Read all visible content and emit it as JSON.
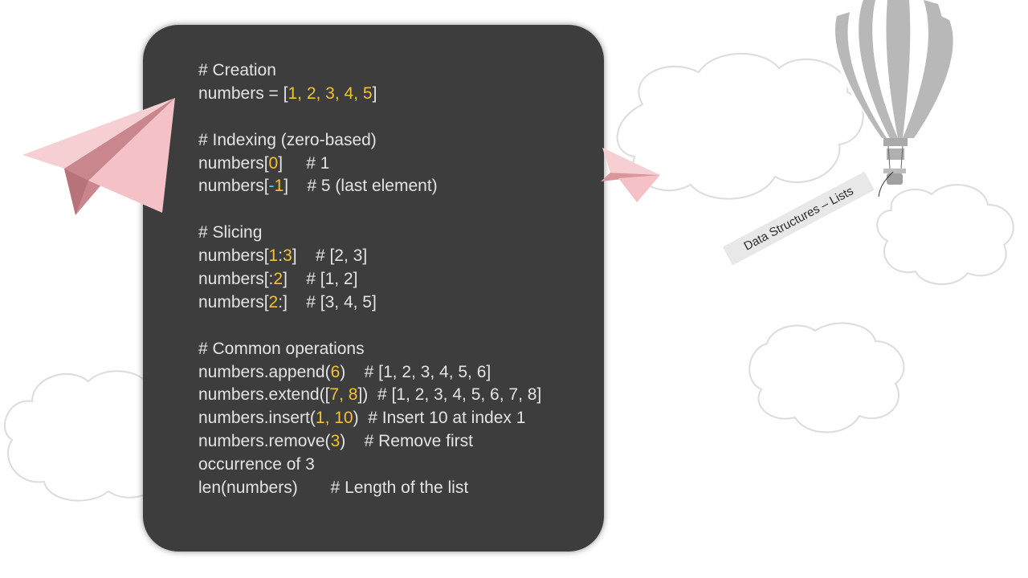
{
  "banner": {
    "text": "Data Structures – Lists"
  },
  "code": {
    "lines": [
      [
        {
          "t": "# Creation",
          "c": "cmt"
        }
      ],
      [
        {
          "t": "numbers = [",
          "c": "plain"
        },
        {
          "t": "1, 2, 3, 4, 5",
          "c": "num"
        },
        {
          "t": "]",
          "c": "plain"
        }
      ],
      [],
      [
        {
          "t": "# Indexing (zero-based)",
          "c": "cmt"
        }
      ],
      [
        {
          "t": "numbers[",
          "c": "plain"
        },
        {
          "t": "0",
          "c": "num"
        },
        {
          "t": "]     # 1",
          "c": "plain"
        }
      ],
      [
        {
          "t": "numbers[",
          "c": "plain"
        },
        {
          "t": "-",
          "c": "cyan"
        },
        {
          "t": "1",
          "c": "num"
        },
        {
          "t": "]    # 5 (last element)",
          "c": "plain"
        }
      ],
      [],
      [
        {
          "t": "# Slicing",
          "c": "cmt"
        }
      ],
      [
        {
          "t": "numbers[",
          "c": "plain"
        },
        {
          "t": "1",
          "c": "num"
        },
        {
          "t": ":",
          "c": "plain"
        },
        {
          "t": "3",
          "c": "num"
        },
        {
          "t": "]    # [2, 3]",
          "c": "plain"
        }
      ],
      [
        {
          "t": "numbers[:",
          "c": "plain"
        },
        {
          "t": "2",
          "c": "num"
        },
        {
          "t": "]    # [1, 2]",
          "c": "plain"
        }
      ],
      [
        {
          "t": "numbers[",
          "c": "plain"
        },
        {
          "t": "2",
          "c": "num"
        },
        {
          "t": ":]    # [3, 4, 5]",
          "c": "plain"
        }
      ],
      [],
      [
        {
          "t": "# Common operations",
          "c": "cmt"
        }
      ],
      [
        {
          "t": "numbers.append(",
          "c": "plain"
        },
        {
          "t": "6",
          "c": "num"
        },
        {
          "t": ")    # [1, 2, 3, 4, 5, 6]",
          "c": "plain"
        }
      ],
      [
        {
          "t": "numbers.extend([",
          "c": "plain"
        },
        {
          "t": "7, 8",
          "c": "num"
        },
        {
          "t": "])  # [1, 2, 3, 4, 5, 6, 7, 8]",
          "c": "plain"
        }
      ],
      [
        {
          "t": "numbers.insert(",
          "c": "plain"
        },
        {
          "t": "1, 10",
          "c": "num"
        },
        {
          "t": ")  # Insert 10 at index 1",
          "c": "plain"
        }
      ],
      [
        {
          "t": "numbers.remove(",
          "c": "plain"
        },
        {
          "t": "3",
          "c": "num"
        },
        {
          "t": ")    # Remove first",
          "c": "plain"
        }
      ],
      [
        {
          "t": "occurrence of 3",
          "c": "plain"
        }
      ],
      [
        {
          "t": "len(numbers)       # Length of the list",
          "c": "plain"
        }
      ]
    ]
  },
  "colors": {
    "panel": "#3d3d3d",
    "number": "#f2c230",
    "operator": "#5ec8e0",
    "text": "#e4e4e4",
    "plane": "#f4c9cc",
    "balloon": "#b8b8b8"
  },
  "icons": [
    "paper-plane-large-icon",
    "paper-plane-small-icon",
    "hot-air-balloon-icon",
    "cloud-icon"
  ]
}
